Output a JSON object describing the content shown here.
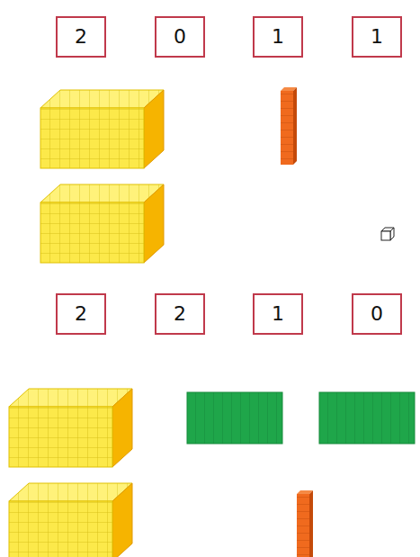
{
  "diagram": {
    "nodes": [
      {
        "text": [
          "2"
        ]
      },
      {
        "text": [
          "0"
        ]
      },
      {
        "text": [
          "1"
        ]
      },
      {
        "text": [
          "1"
        ]
      },
      {
        "text": [
          "2"
        ]
      },
      {
        "text": [
          "2"
        ]
      },
      {
        "text": [
          "1"
        ]
      },
      {
        "text": [
          "0"
        ]
      }
    ]
  }
}
